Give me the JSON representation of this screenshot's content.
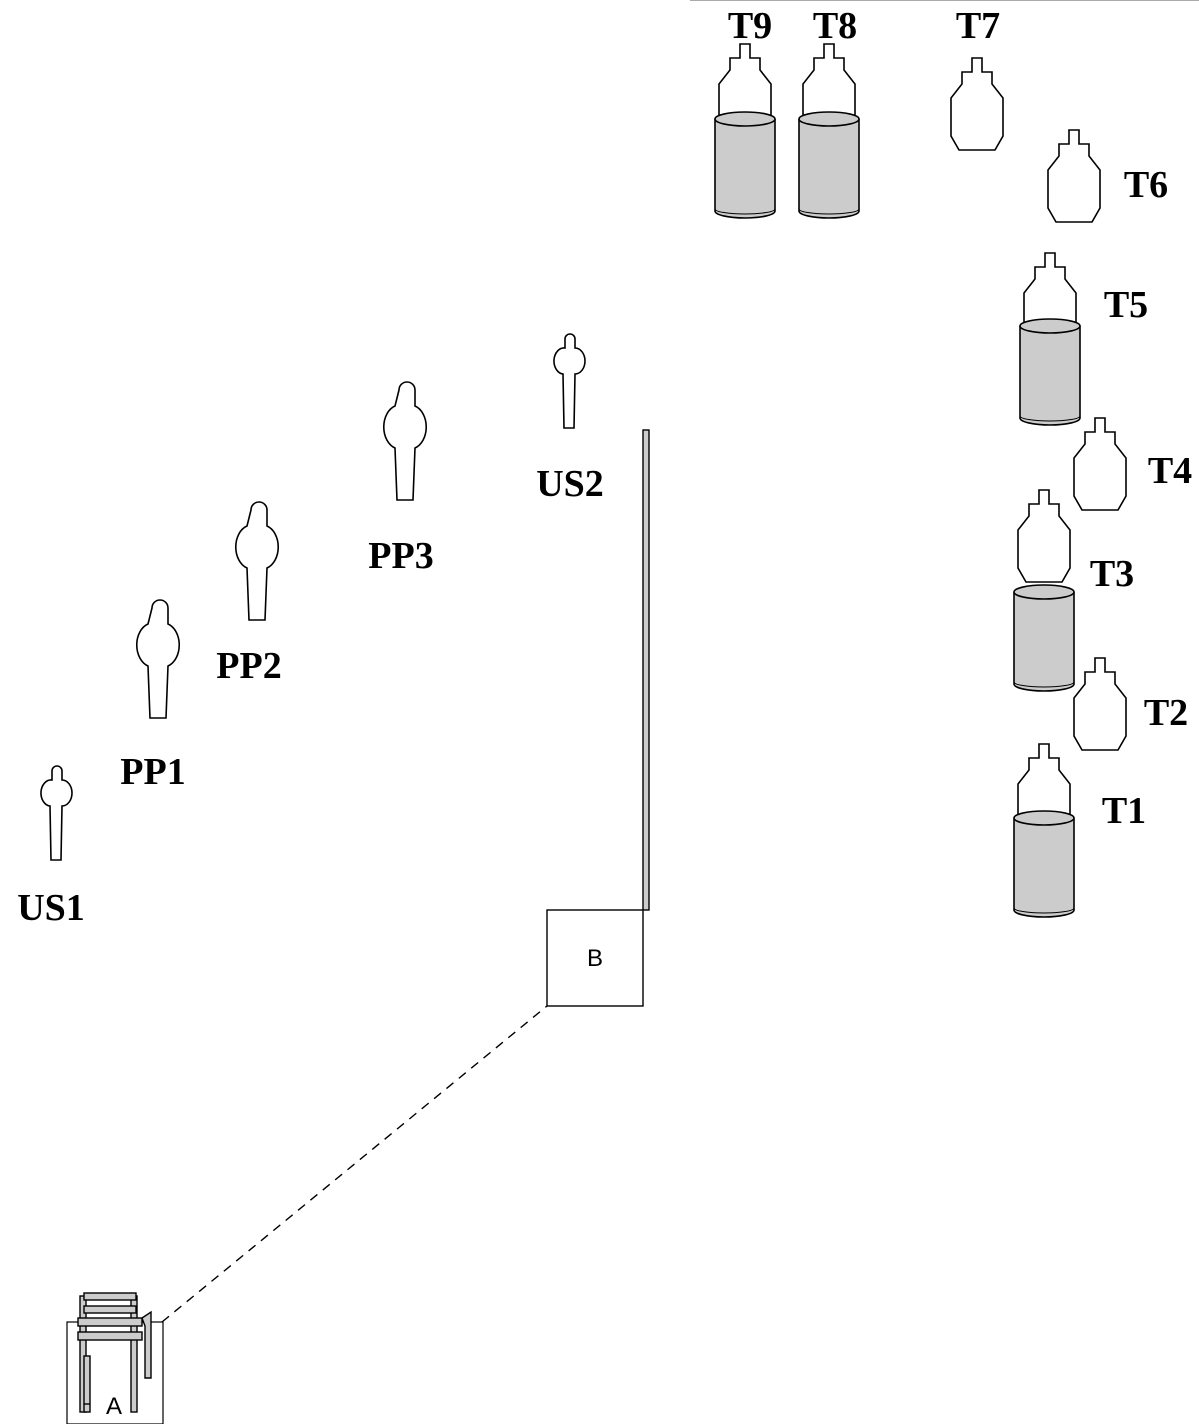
{
  "targets": {
    "T1": "T1",
    "T2": "T2",
    "T3": "T3",
    "T4": "T4",
    "T5": "T5",
    "T6": "T6",
    "T7": "T7",
    "T8": "T8",
    "T9": "T9"
  },
  "no_shoots": {
    "US1": "US1",
    "US2": "US2",
    "PP1": "PP1",
    "PP2": "PP2",
    "PP3": "PP3"
  },
  "positions": {
    "A": "A",
    "B": "B"
  },
  "colors": {
    "barrel_fill": "#cccccc",
    "wall_fill": "#cccccc",
    "outline": "#000000"
  }
}
